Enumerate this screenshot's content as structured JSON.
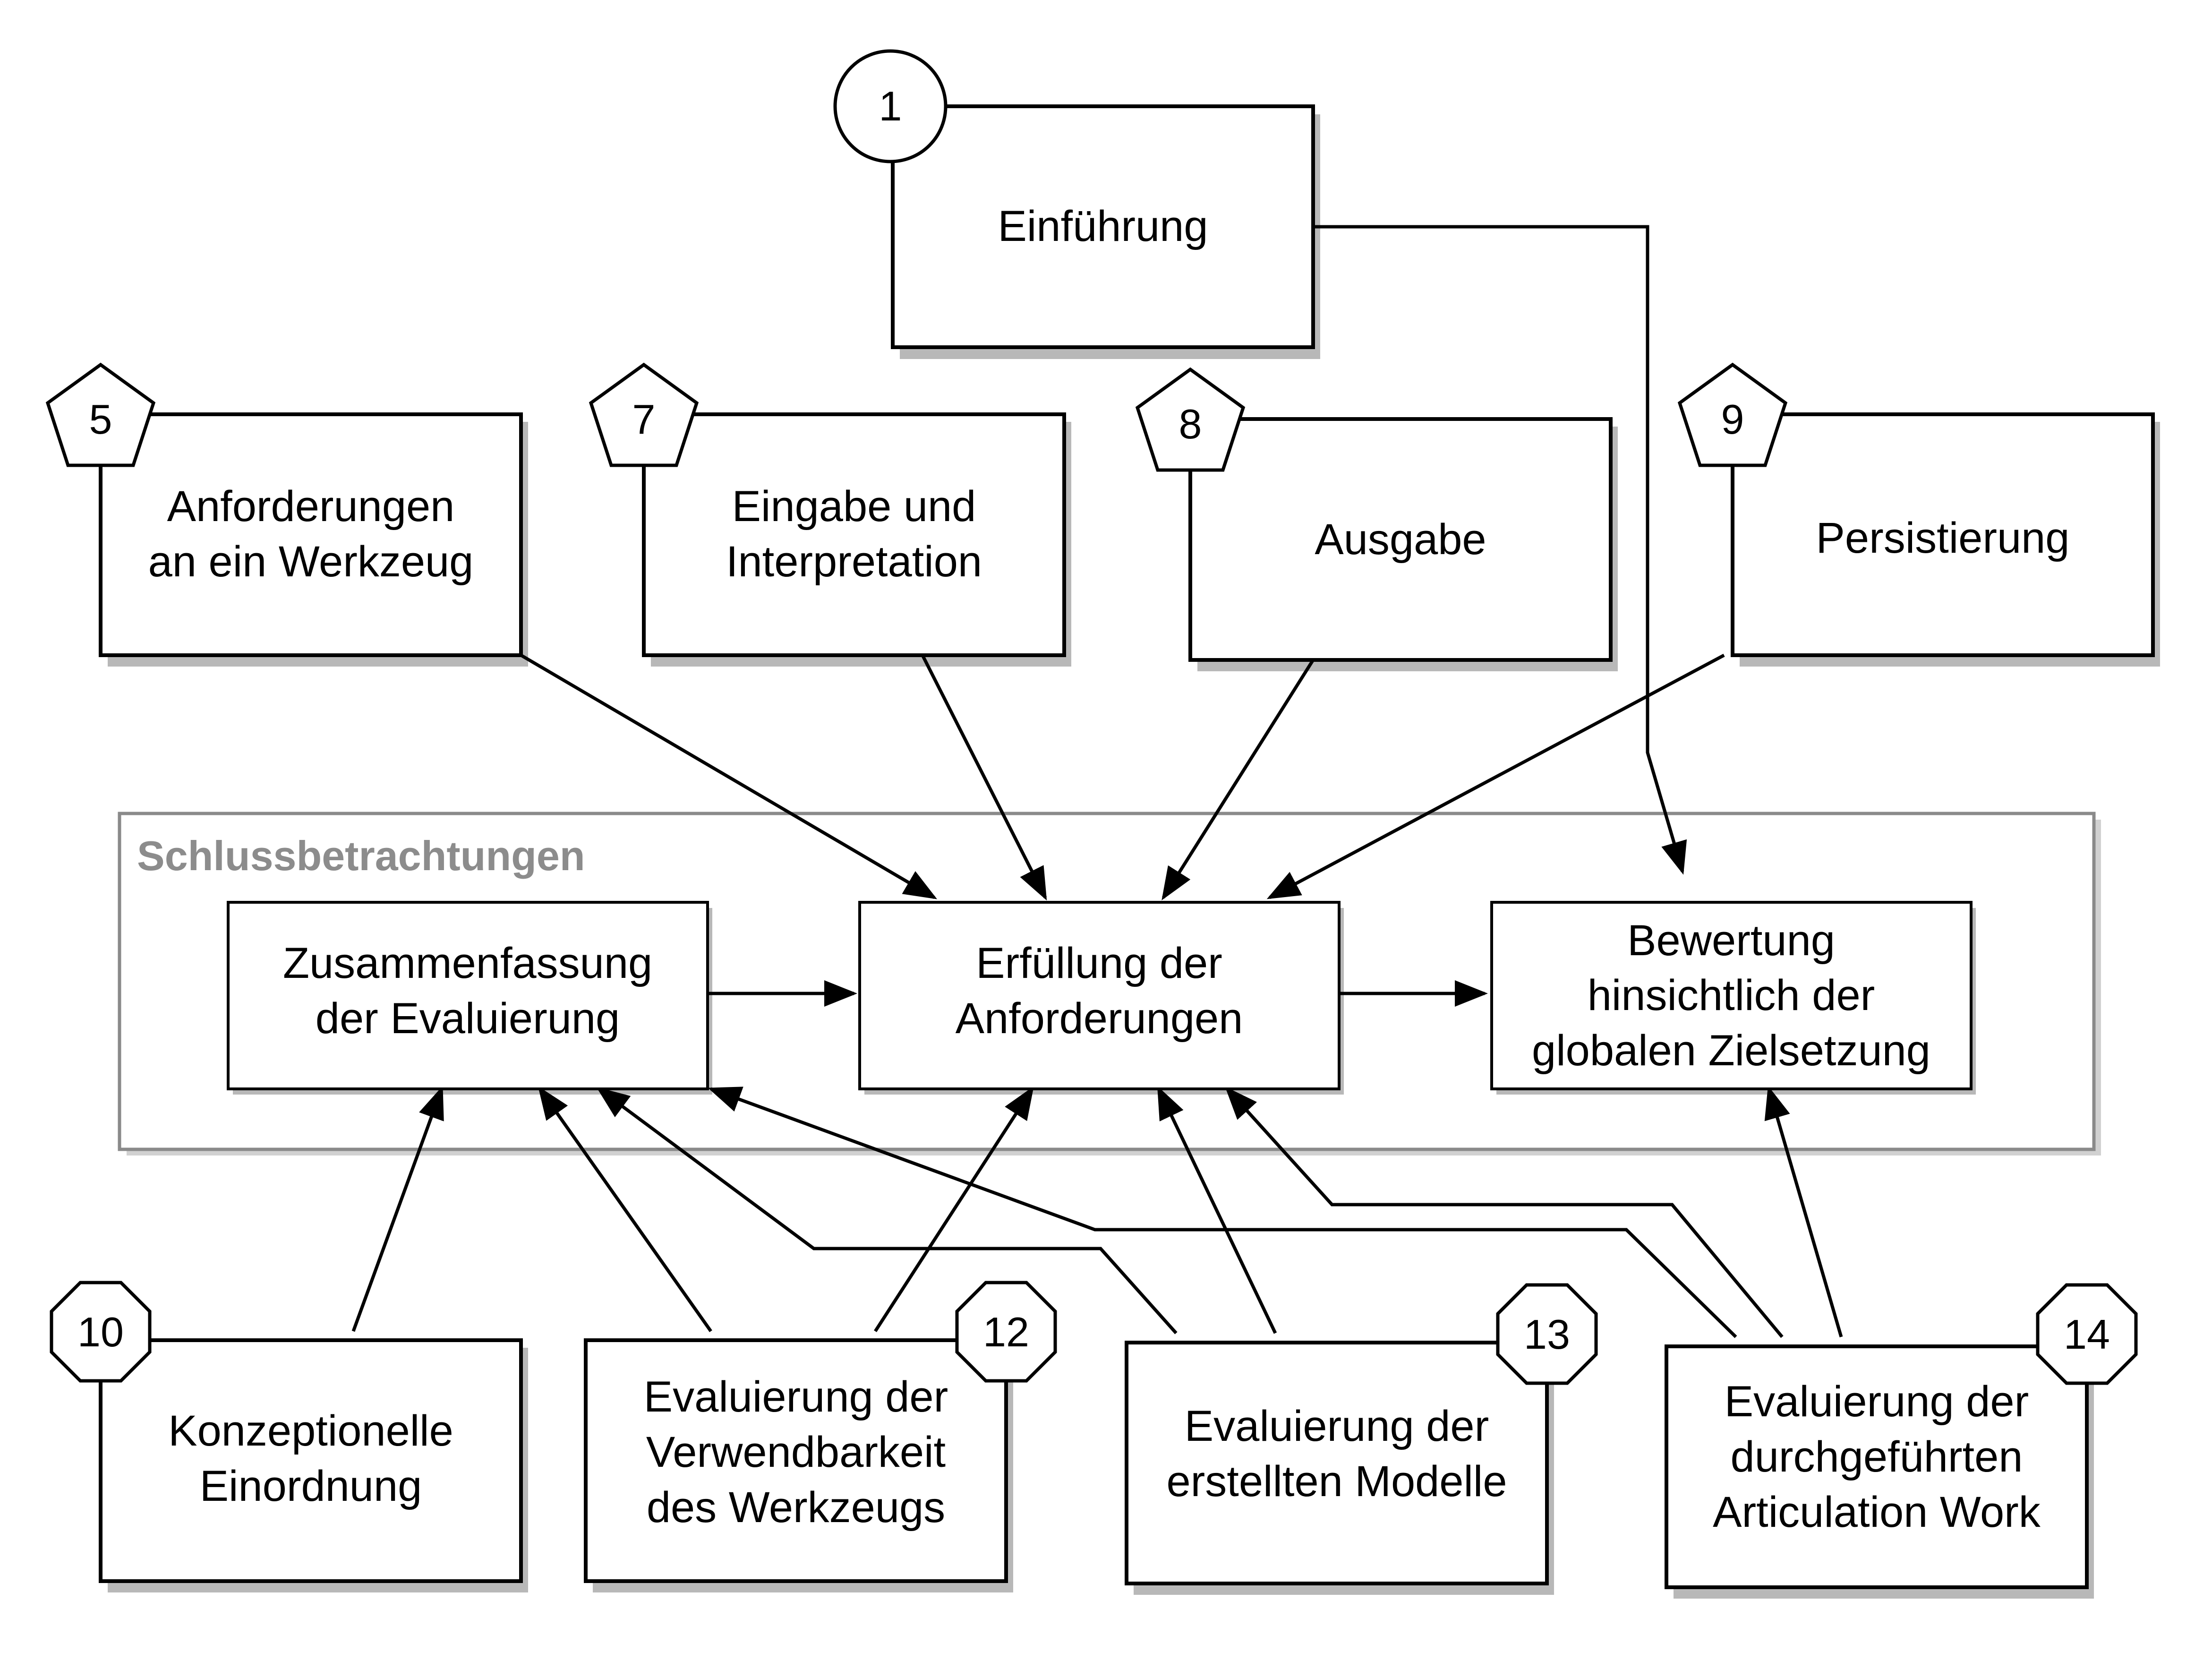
{
  "group": {
    "title": "Schlussbetrachtungen"
  },
  "boxes": {
    "einfuehrung": {
      "badge": "1",
      "lines": [
        "Einführung"
      ]
    },
    "anforderungen_werkzeug": {
      "badge": "5",
      "lines": [
        "Anforderungen",
        "an ein Werkzeug"
      ]
    },
    "eingabe": {
      "badge": "7",
      "lines": [
        "Eingabe und",
        "Interpretation"
      ]
    },
    "ausgabe": {
      "badge": "8",
      "lines": [
        "Ausgabe"
      ]
    },
    "persistierung": {
      "badge": "9",
      "lines": [
        "Persistierung"
      ]
    },
    "zusammenfassung": {
      "lines": [
        "Zusammenfassung",
        "der Evaluierung"
      ]
    },
    "erfuellung": {
      "lines": [
        "Erfüllung der",
        "Anforderungen"
      ]
    },
    "bewertung": {
      "lines": [
        "Bewertung",
        "hinsichtlich der",
        "globalen Zielsetzung"
      ]
    },
    "konzeptionelle": {
      "badge": "10",
      "lines": [
        "Konzeptionelle",
        "Einordnung"
      ]
    },
    "verwendbarkeit": {
      "badge": "12",
      "lines": [
        "Evaluierung der",
        "Verwendbarkeit",
        "des Werkzeugs"
      ]
    },
    "modelle": {
      "badge": "13",
      "lines": [
        "Evaluierung der",
        "erstellten Modelle"
      ]
    },
    "articulation": {
      "badge": "14",
      "lines": [
        "Evaluierung der",
        "durchgeführten",
        "Articulation Work"
      ]
    }
  }
}
